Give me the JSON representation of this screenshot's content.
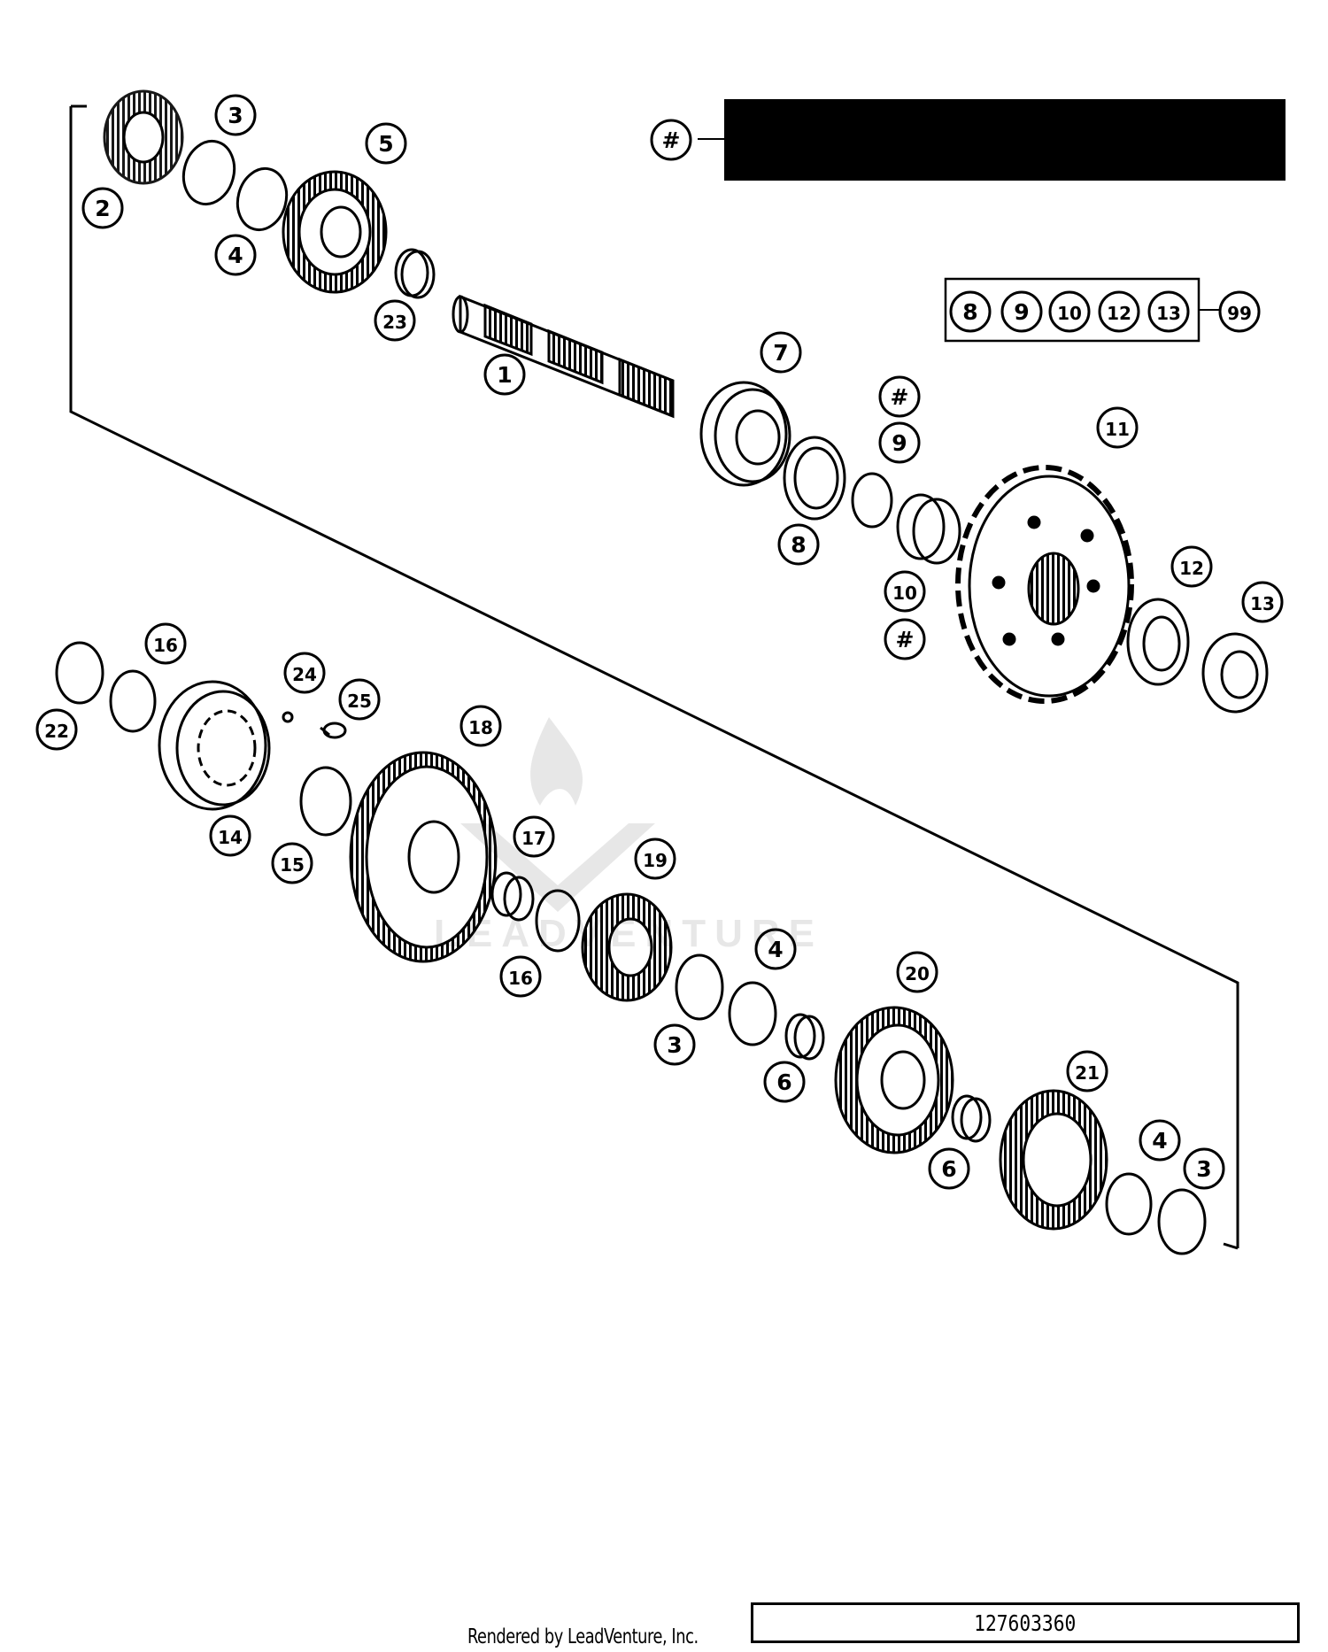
{
  "callouts": [
    "2",
    "3",
    "4",
    "5",
    "23",
    "1",
    "7",
    "#",
    "9",
    "11",
    "8",
    "10",
    "#",
    "12",
    "13",
    "#",
    "8",
    "9",
    "10",
    "12",
    "13",
    "99",
    "16",
    "22",
    "24",
    "25",
    "14",
    "15",
    "18",
    "17",
    "19",
    "16",
    "4",
    "20",
    "3",
    "6",
    "21",
    "6",
    "4",
    "3"
  ],
  "legend_box_items": [
    "8",
    "9",
    "10",
    "12",
    "13"
  ],
  "legend_kit_ref": "99",
  "header_marker": "#",
  "watermark_text": "LEADVENTURE",
  "footer": {
    "credit": "Rendered by LeadVenture, Inc.",
    "diagram_number": "127603360"
  }
}
